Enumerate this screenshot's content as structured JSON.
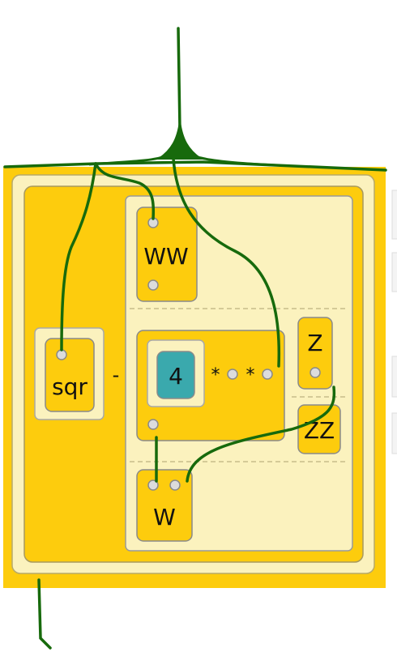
{
  "colors": {
    "block_fill": "#fdcc0d",
    "block_stroke": "#8a8a8a",
    "inner_panel": "#fbf2be",
    "wire": "#176a0c",
    "number_chip": "#3aa9ad",
    "divider": "#c8bd8a",
    "right_edge": "#f2f2f2"
  },
  "blocks": {
    "sqr": "sqr",
    "minus": "-",
    "ww": "WW",
    "number": "4",
    "mult1": "*",
    "mult2": "*",
    "z": "Z",
    "zz": "ZZ",
    "w": "W"
  }
}
